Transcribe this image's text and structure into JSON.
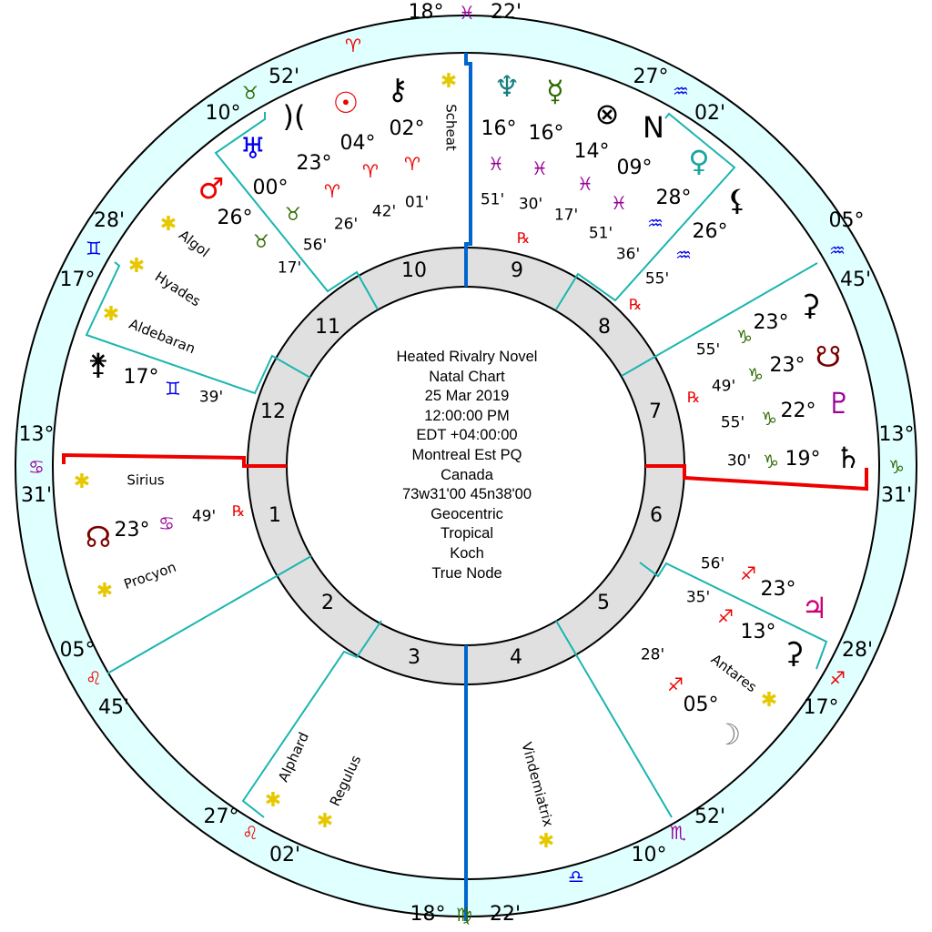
{
  "chart_info": [
    "Heated Rivalry Novel",
    "Natal Chart",
    "25 Mar 2019",
    "12:00:00 PM",
    "EDT +04:00:00",
    "Montreal Est PQ",
    "Canada",
    "73w31'00 45n38'00",
    "Geocentric",
    "Tropical",
    "Koch",
    "True Node"
  ],
  "house_numbers": [
    "1",
    "2",
    "3",
    "4",
    "5",
    "6",
    "7",
    "8",
    "9",
    "10",
    "11",
    "12"
  ],
  "cusps": [
    {
      "house": "1",
      "deg": "13°",
      "sign": "♋︎",
      "min": "31'"
    },
    {
      "house": "2",
      "deg": "05°",
      "sign": "♌︎",
      "min": "45'"
    },
    {
      "house": "3",
      "deg": "27°",
      "sign": "♌︎",
      "min": "02'"
    },
    {
      "house": "4",
      "deg": "18°",
      "sign": "♍︎",
      "min": "22'"
    },
    {
      "house": "5",
      "deg": "10°",
      "sign": "♏︎",
      "min": "52'"
    },
    {
      "house": "6",
      "deg": "17°",
      "sign": "♐︎",
      "min": "28'"
    },
    {
      "house": "7",
      "deg": "13°",
      "sign": "♑︎",
      "min": "31'"
    },
    {
      "house": "8",
      "deg": "05°",
      "sign": "♒︎",
      "min": "45'"
    },
    {
      "house": "9",
      "deg": "27°",
      "sign": "♒︎",
      "min": "02'"
    },
    {
      "house": "10",
      "deg": "18°",
      "sign": "♓︎",
      "min": "22'"
    },
    {
      "house": "11",
      "deg": "10°",
      "sign": "♉︎",
      "min": "52'"
    },
    {
      "house": "12",
      "deg": "17°",
      "sign": "♊︎",
      "min": "28'"
    }
  ],
  "intercepted_signs": [
    "♈︎",
    "♎︎"
  ],
  "planets": [
    {
      "name": "uranus",
      "glyph": "♅",
      "deg": "00°",
      "sign": "♉︎",
      "min": "56'"
    },
    {
      "name": "mars",
      "glyph": "♂",
      "deg": "26°",
      "sign": "♉︎",
      "min": "17'"
    },
    {
      "name": "eris",
      "glyph": ")(",
      "deg": "23°",
      "sign": "♈︎",
      "min": "26'"
    },
    {
      "name": "sun",
      "glyph": "☉",
      "deg": "04°",
      "sign": "♈︎",
      "min": "42'"
    },
    {
      "name": "chiron",
      "glyph": "⚷",
      "deg": "02°",
      "sign": "♈︎",
      "min": "01'"
    },
    {
      "name": "neptune",
      "glyph": "♆",
      "deg": "16°",
      "sign": "♓︎",
      "min": "51'"
    },
    {
      "name": "mercury",
      "glyph": "☿",
      "deg": "16°",
      "sign": "♓︎",
      "min": "30'",
      "rx": "℞"
    },
    {
      "name": "part-of-fortune",
      "glyph": "⊗",
      "deg": "14°",
      "sign": "♓︎",
      "min": "17'"
    },
    {
      "name": "vertex",
      "glyph": "N",
      "deg": "09°",
      "sign": "♓︎",
      "min": "51'"
    },
    {
      "name": "venus",
      "glyph": "♀",
      "deg": "28°",
      "sign": "♒︎",
      "min": "36'"
    },
    {
      "name": "lilith",
      "glyph": "⚸",
      "deg": "26°",
      "sign": "♒︎",
      "min": "55'",
      "rx": "℞"
    },
    {
      "name": "asteroid",
      "glyph": "⚳",
      "deg": "23°",
      "sign": "♑︎",
      "min": "55'"
    },
    {
      "name": "south-node",
      "glyph": "☋",
      "deg": "23°",
      "sign": "♑︎",
      "min": "49'",
      "rx": "℞"
    },
    {
      "name": "pluto",
      "glyph": "♇",
      "deg": "22°",
      "sign": "♑︎",
      "min": "55'"
    },
    {
      "name": "saturn",
      "glyph": "♄",
      "deg": "19°",
      "sign": "♑︎",
      "min": "30'"
    },
    {
      "name": "jupiter",
      "glyph": "♃",
      "deg": "23°",
      "sign": "♐︎",
      "min": "56'"
    },
    {
      "name": "ceres",
      "glyph": "⚳",
      "deg": "13°",
      "sign": "♐︎",
      "min": "35'"
    },
    {
      "name": "moon",
      "glyph": "☽",
      "deg": "05°",
      "sign": "♐︎",
      "min": "28'"
    },
    {
      "name": "north-node",
      "glyph": "☊",
      "deg": "23°",
      "sign": "♋︎",
      "min": "49'",
      "rx": "℞"
    },
    {
      "name": "juno",
      "glyph": "⚵",
      "deg": "17°",
      "sign": "♊︎",
      "min": "39'"
    }
  ],
  "stars": [
    {
      "label": "Scheat",
      "glyph": "✱"
    },
    {
      "label": "Algol",
      "glyph": "✱"
    },
    {
      "label": "Hyades",
      "glyph": "✱"
    },
    {
      "label": "Aldebaran",
      "glyph": "✱"
    },
    {
      "label": "Sirius",
      "glyph": "✱"
    },
    {
      "label": "Procyon",
      "glyph": "✱"
    },
    {
      "label": "Alphard",
      "glyph": "✱"
    },
    {
      "label": "Regulus",
      "glyph": "✱"
    },
    {
      "label": "Vindemiatrix",
      "glyph": "✱"
    },
    {
      "label": "Antares",
      "glyph": "✱"
    }
  ],
  "colors": {
    "fire": "#ee0000",
    "earth": "#2f6a00",
    "air": "#0000ee",
    "water": "#990099",
    "band": "#e0ffff",
    "house_ring": "#e0e0e0",
    "cusp_line": "#1ab5b0",
    "mc_line": "#0066cc",
    "asc_line": "#ee0000",
    "star": "#e6c800",
    "rx": "#ee0000",
    "uranus": "#0000ee",
    "mars": "#ee0000",
    "sun": "#ee0000",
    "neptune": "#1a7f80",
    "mercury": "#2f6a00",
    "venus": "#1aa5a0",
    "node": "#7a0000",
    "pluto": "#990099",
    "jupiter": "#cc0077",
    "moon": "#808080"
  }
}
